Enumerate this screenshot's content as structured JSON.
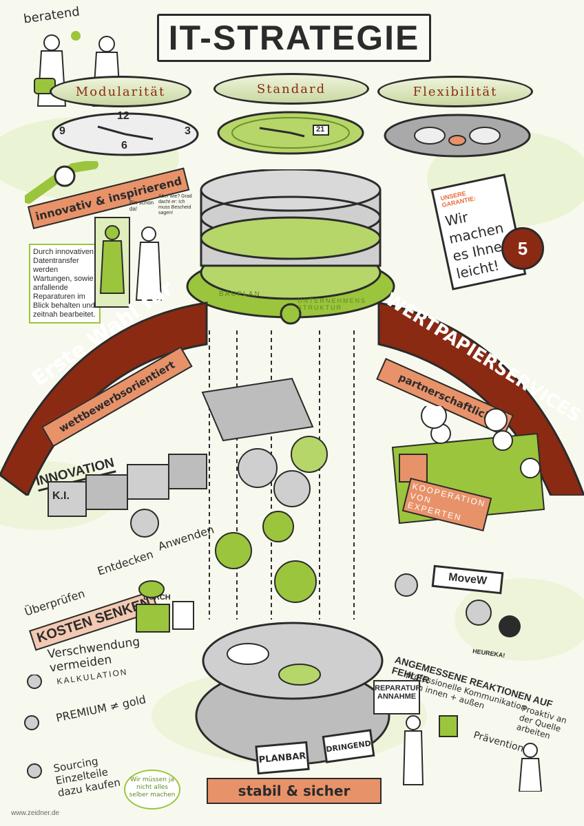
{
  "title": "IT-STRATEGIE",
  "top_note": "beratend",
  "pillars": {
    "left": "Modularität",
    "center": "Standard",
    "right": "Flexibilität"
  },
  "center_dial": {
    "left_text": "BAUPLAN",
    "right_text": "UNTERNEHMENS STRUKTUR"
  },
  "arc": {
    "left": "Erste Wahl für",
    "right": "WERTPAPIERSERVICES"
  },
  "ribbons": {
    "innovative": "innovativ & inspirierend",
    "competitive": "wettbewerbsorientiert",
    "partner": "partnerschaftlich",
    "stable": "stabil & sicher"
  },
  "guarantee": {
    "label": "UNSERE GARANTIE:",
    "text": "Wir machen es Ihnen leicht!",
    "badge": "5"
  },
  "transfer_note": "Durch innovativen Datentransfer werden Wartungen, sowie anfallende Reparaturen im Blick behalten und zeitnah bearbeitet.",
  "speech": {
    "bin_schon_da": "Bin schon da!",
    "aber_wie": "Aber wie? Grad dacht er: Ich muss Bescheid sagen!"
  },
  "innovation": {
    "heading": "INNOVATION",
    "ki": "K.I.",
    "steps": [
      "Überprüfen",
      "Entdecken",
      "Anwenden"
    ]
  },
  "partner_box": {
    "kooperation": "KOOPERATION VON EXPERTEN"
  },
  "movew": "MoveW",
  "heureka": "HEUREKA!",
  "reactions": {
    "heading": "ANGEMESSENE REAKTIONEN AUF FEHLER",
    "items": [
      "professionelle Kommunikation nach innen + außen",
      "Proaktiv an der Quelle arbeiten",
      "Prävention"
    ],
    "repair_sign": "REPARATUR ANNAHME"
  },
  "costs": {
    "heading": "KOSTEN SENKEN",
    "durch": "DURCH",
    "items": [
      "Verschwendung vermeiden",
      "KALKULATION",
      "PREMIUM ≠ gold",
      "Sourcing Einzelteile dazu kaufen"
    ],
    "bubble": "Wir müssen ja nicht alles selber machen"
  },
  "boxes": {
    "planbar": "PLANBAR",
    "dringend": "DRINGEND"
  },
  "watch_numbers": [
    "12",
    "3",
    "6",
    "9"
  ],
  "date_window": "21",
  "credit": "www.zeidner.de",
  "colors": {
    "accent_green": "#9bc53d",
    "accent_red": "#8a2a13",
    "accent_orange": "#e8926a"
  }
}
